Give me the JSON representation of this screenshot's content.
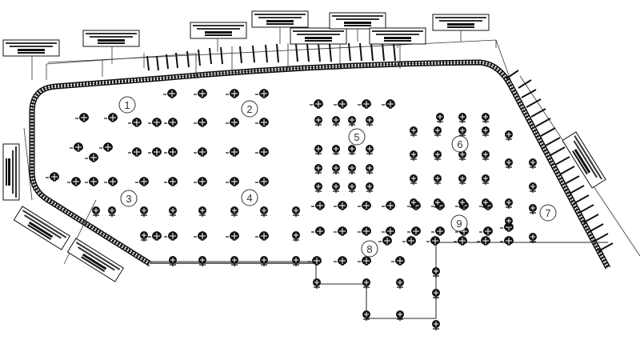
{
  "drawing": {
    "type": "site-plan",
    "colors": {
      "ink": "#111111",
      "line": "#555555",
      "background": "#ffffff"
    },
    "area_labels": [
      "1",
      "2",
      "3",
      "4",
      "5",
      "6",
      "7",
      "8",
      "9"
    ],
    "plant_symbol": "shrub-icon",
    "tree_symbol": "tree-icon"
  }
}
